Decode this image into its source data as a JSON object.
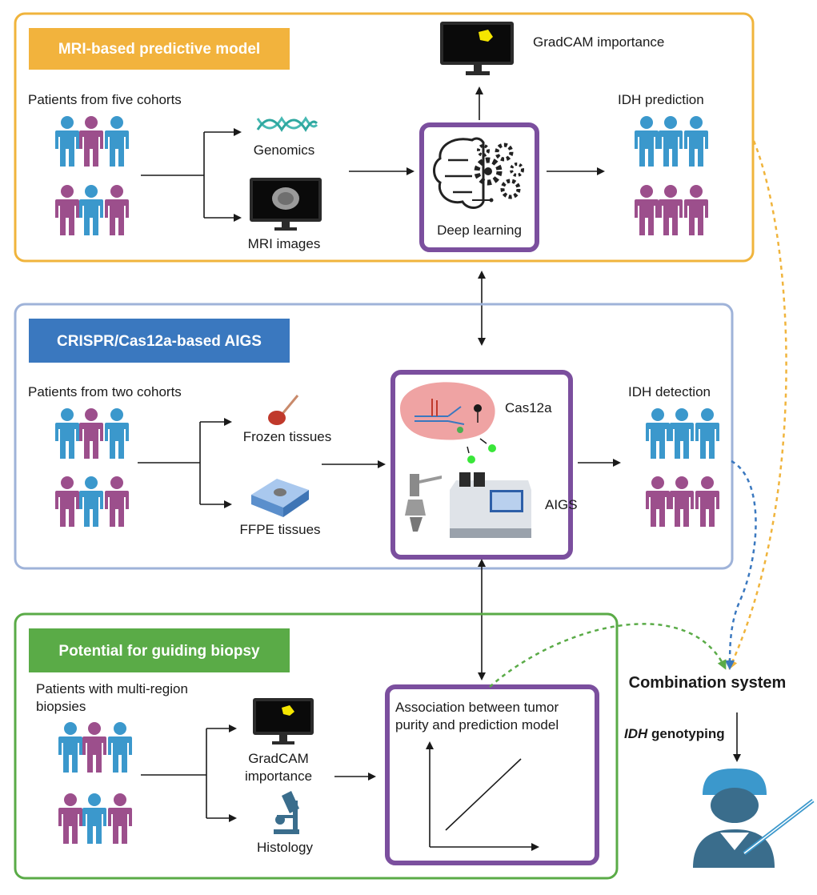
{
  "panels": {
    "mri": {
      "title": "MRI-based predictive model",
      "patients_label": "Patients from five cohorts",
      "genomics_label": "Genomics",
      "mri_images_label": "MRI images",
      "deep_learning_label": "Deep learning",
      "gradcam_label": "GradCAM importance",
      "output_label": "IDH prediction"
    },
    "crispr": {
      "title": "CRISPR/Cas12a-based AIGS",
      "patients_label": "Patients from two cohorts",
      "frozen_label": "Frozen tissues",
      "ffpe_label": "FFPE tissues",
      "cas12a_label": "Cas12a",
      "aigs_label": "AIGS",
      "output_label": "IDH detection"
    },
    "biopsy": {
      "title": "Potential for guiding biopsy",
      "patients_label_line1": "Patients with multi-region",
      "patients_label_line2": "biopsies",
      "gradcam_line1": "GradCAM",
      "gradcam_line2": "importance",
      "histology_label": "Histology",
      "association_line1": "Association between tumor",
      "association_line2": "purity and prediction model"
    }
  },
  "combination": {
    "title": "Combination system",
    "genotyping_gene": "IDH",
    "genotyping_rest": " genotyping"
  },
  "colors": {
    "orange": "#f0b43c",
    "orange_header": "#f2b33d",
    "blue_border": "#9fb3d9",
    "blue_header": "#3a78bf",
    "green": "#5aab47",
    "purple": "#7b4f9e",
    "person_blue": "#3b98cc",
    "person_purple": "#9c4f8c",
    "dashed_blue": "#3a78bf",
    "dashed_green": "#5aab47",
    "surgeon": "#3a6d8c"
  }
}
